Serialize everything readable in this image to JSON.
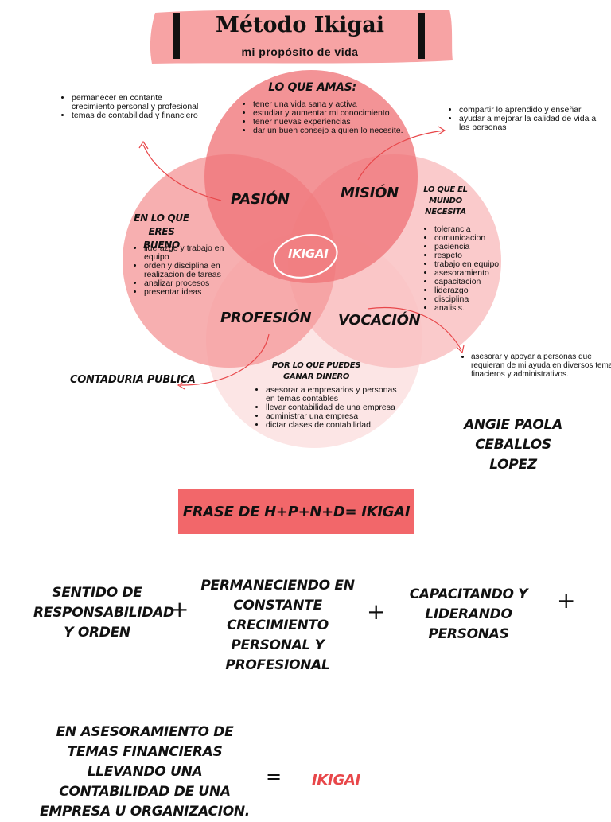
{
  "header": {
    "title": "Método Ikigai",
    "subtitle": "mi propósito de vida"
  },
  "circles": {
    "love": {
      "heading": "LO QUE AMAS:",
      "items": [
        "tener una vida sana y activa",
        "estudiar y aumentar mi conocimiento",
        "tener nuevas experiencias",
        "dar un buen consejo a quien lo necesite."
      ]
    },
    "good": {
      "heading": "EN LO QUE ERES BUENO",
      "items": [
        "liderazgo y trabajo en equipo",
        "orden y disciplina en realizacion de tareas",
        "analizar procesos",
        "presentar ideas"
      ]
    },
    "world": {
      "heading": "LO QUE EL MUNDO NECESITA",
      "items": [
        "tolerancia",
        "comunicacion",
        "paciencia",
        "respeto",
        "trabajo en equipo",
        "asesoramiento",
        "capacitacion",
        "liderazgo",
        "disciplina",
        "analisis."
      ]
    },
    "paid": {
      "heading": "POR LO QUE PUEDES GANAR DINERO",
      "items": [
        "asesorar a empresarios y personas en temas contables",
        "llevar contabilidad de una empresa",
        "administrar una empresa",
        "dictar clases de contabilidad."
      ]
    }
  },
  "intersections": {
    "passion": "PASIÓN",
    "mission": "MISIÓN",
    "profession": "PROFESIÓN",
    "vocation": "VOCACIÓN",
    "center": "IKIGAI"
  },
  "callouts": {
    "passion": [
      "permanecer en contante crecimiento personal y profesional",
      "temas de contabilidad y financiero"
    ],
    "mission": [
      "compartir lo aprendido y enseñar",
      "ayudar a mejorar la calidad de vida a las personas"
    ],
    "profession": "CONTADURIA PUBLICA",
    "vocation": [
      "asesorar y apoyar a personas que requieran de mi ayuda en diversos temas finacieros y administrativos."
    ]
  },
  "author": "ANGIE PAOLA CEBALLOS LOPEZ",
  "formula": {
    "banner": "FRASE DE H+P+N+D= IKIGAI",
    "term1": "SENTIDO DE RESPONSABILIDAD Y ORDEN",
    "term2": "PERMANECIENDO EN CONSTANTE CRECIMIENTO PERSONAL Y PROFESIONAL",
    "term3": "CAPACITANDO Y LIDERANDO PERSONAS",
    "term4": "EN ASESORAMIENTO DE TEMAS FINANCIERAS LLEVANDO UNA CONTABILIDAD DE UNA EMPRESA U ORGANIZACION.",
    "plus": "+",
    "equals": "=",
    "result": "IKIGAI"
  },
  "colors": {
    "banner": "#f2676a",
    "header_bg": "#f7a3a4",
    "circle_love": "#f07578",
    "circle_good": "#f59b9c",
    "circle_world": "#f9c1c2",
    "circle_paid": "#fbe1e1",
    "accent": "#e8474a"
  }
}
